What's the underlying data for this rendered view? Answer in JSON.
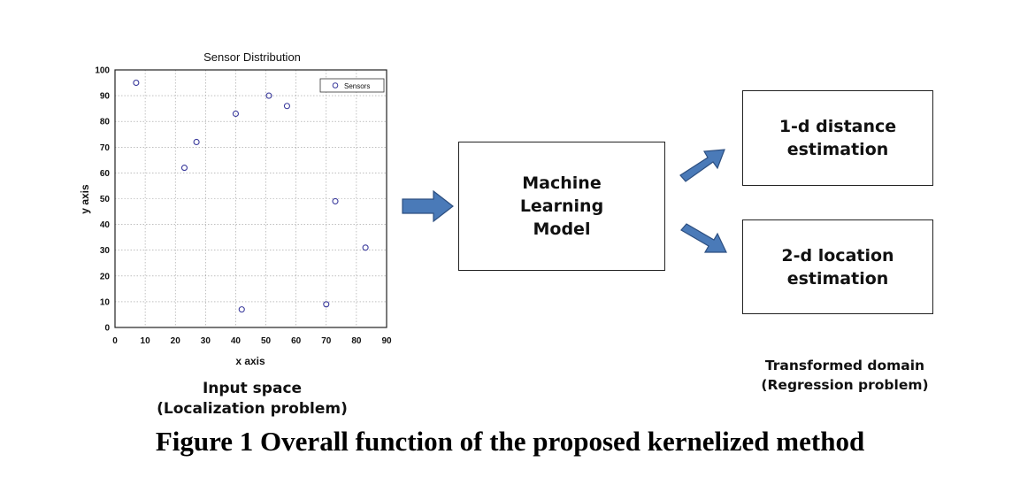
{
  "chart_data": {
    "type": "scatter",
    "title": "Sensor Distribution",
    "xlabel": "x axis",
    "ylabel": "y axis",
    "xlim": [
      0,
      90
    ],
    "ylim": [
      0,
      100
    ],
    "xticks": [
      0,
      10,
      20,
      30,
      40,
      50,
      60,
      70,
      80,
      90
    ],
    "yticks": [
      0,
      10,
      20,
      30,
      40,
      50,
      60,
      70,
      80,
      90,
      100
    ],
    "grid": true,
    "legend_position": "top-right",
    "series": [
      {
        "name": "Sensors",
        "marker": "circle",
        "color": "#3a3a9c",
        "points": [
          {
            "x": 7,
            "y": 95
          },
          {
            "x": 23,
            "y": 62
          },
          {
            "x": 27,
            "y": 72
          },
          {
            "x": 40,
            "y": 83
          },
          {
            "x": 42,
            "y": 7
          },
          {
            "x": 51,
            "y": 90
          },
          {
            "x": 57,
            "y": 86
          },
          {
            "x": 70,
            "y": 9
          },
          {
            "x": 73,
            "y": 49
          },
          {
            "x": 83,
            "y": 31
          }
        ]
      }
    ]
  },
  "input_caption": {
    "line1": "Input space",
    "line2": "(Localization problem)"
  },
  "ml_box": {
    "line1": "Machine",
    "line2": "Learning",
    "line3": "Model"
  },
  "distance_box": {
    "line1": "1-d distance",
    "line2": "estimation"
  },
  "location_box": {
    "line1": "2-d location",
    "line2": "estimation"
  },
  "output_caption": {
    "line1": "Transformed domain",
    "line2": "(Regression problem)"
  },
  "figure_caption": "Figure 1 Overall function of the proposed kernelized method",
  "colors": {
    "arrow_fill": "#4a7ab8",
    "arrow_stroke": "#2d4f80",
    "marker": "#3a3a9c"
  }
}
